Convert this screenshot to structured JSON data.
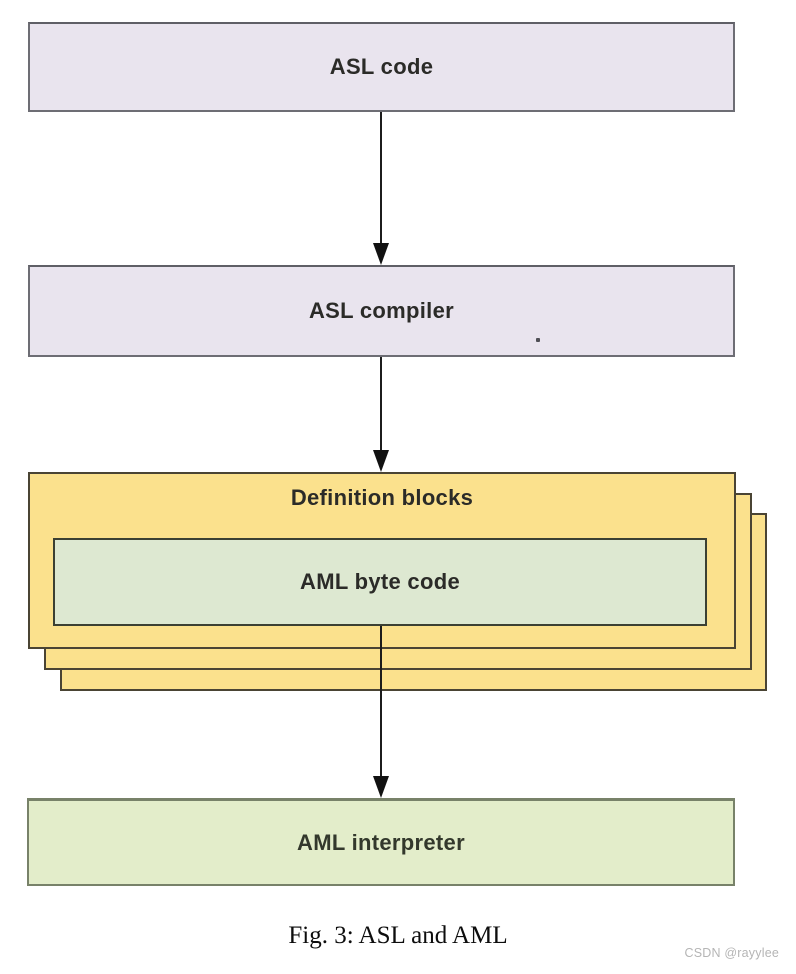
{
  "figure": {
    "nodes": {
      "asl_code": {
        "label": "ASL code"
      },
      "asl_compiler": {
        "label": "ASL compiler"
      },
      "definition_blocks": {
        "label": "Definition blocks"
      },
      "aml_byte_code": {
        "label": "AML byte code"
      },
      "aml_interpreter": {
        "label": "AML interpreter"
      }
    },
    "flow": [
      "ASL code",
      "ASL compiler",
      "Definition blocks / AML byte code",
      "AML interpreter"
    ],
    "stacked_sheet_count": 3,
    "caption": "Fig. 3: ASL and AML",
    "watermark": "CSDN @rayylee",
    "colors": {
      "lavender_fill": "#e9e4ee",
      "lavender_border": "#6d6d74",
      "yellow_fill": "#fbe18d",
      "yellow_border": "#4a4434",
      "green_inner_fill": "#dde8d1",
      "green_inner_border": "#3b4033",
      "green_interpreter_fill": "#e3edca",
      "green_interpreter_border": "#788269",
      "arrow": "#1c1c1c",
      "text": "#2b2b28",
      "watermark_gray": "#b5b5b5"
    }
  }
}
